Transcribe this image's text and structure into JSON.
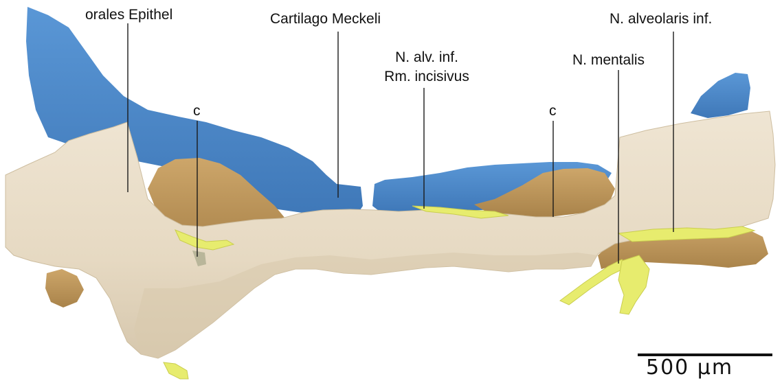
{
  "labels": {
    "orales_epithel": "orales Epithel",
    "cartilago_meckeli": "Cartilago Meckeli",
    "n_alv_inf_line1": "N. alv. inf.",
    "n_alv_inf_line2": "Rm. incisivus",
    "c_left": "c",
    "c_right": "c",
    "n_mentalis": "N. mentalis",
    "n_alveolaris_inf": "N. alveolaris inf."
  },
  "scale_bar": {
    "label": "500 µm"
  },
  "colors": {
    "epithel": "#e9dcc6",
    "cartilage": "#4a86c8",
    "bone": "#c19a5c",
    "nerve": "#e7ec6e",
    "leader_line": "#1a1a1a"
  }
}
